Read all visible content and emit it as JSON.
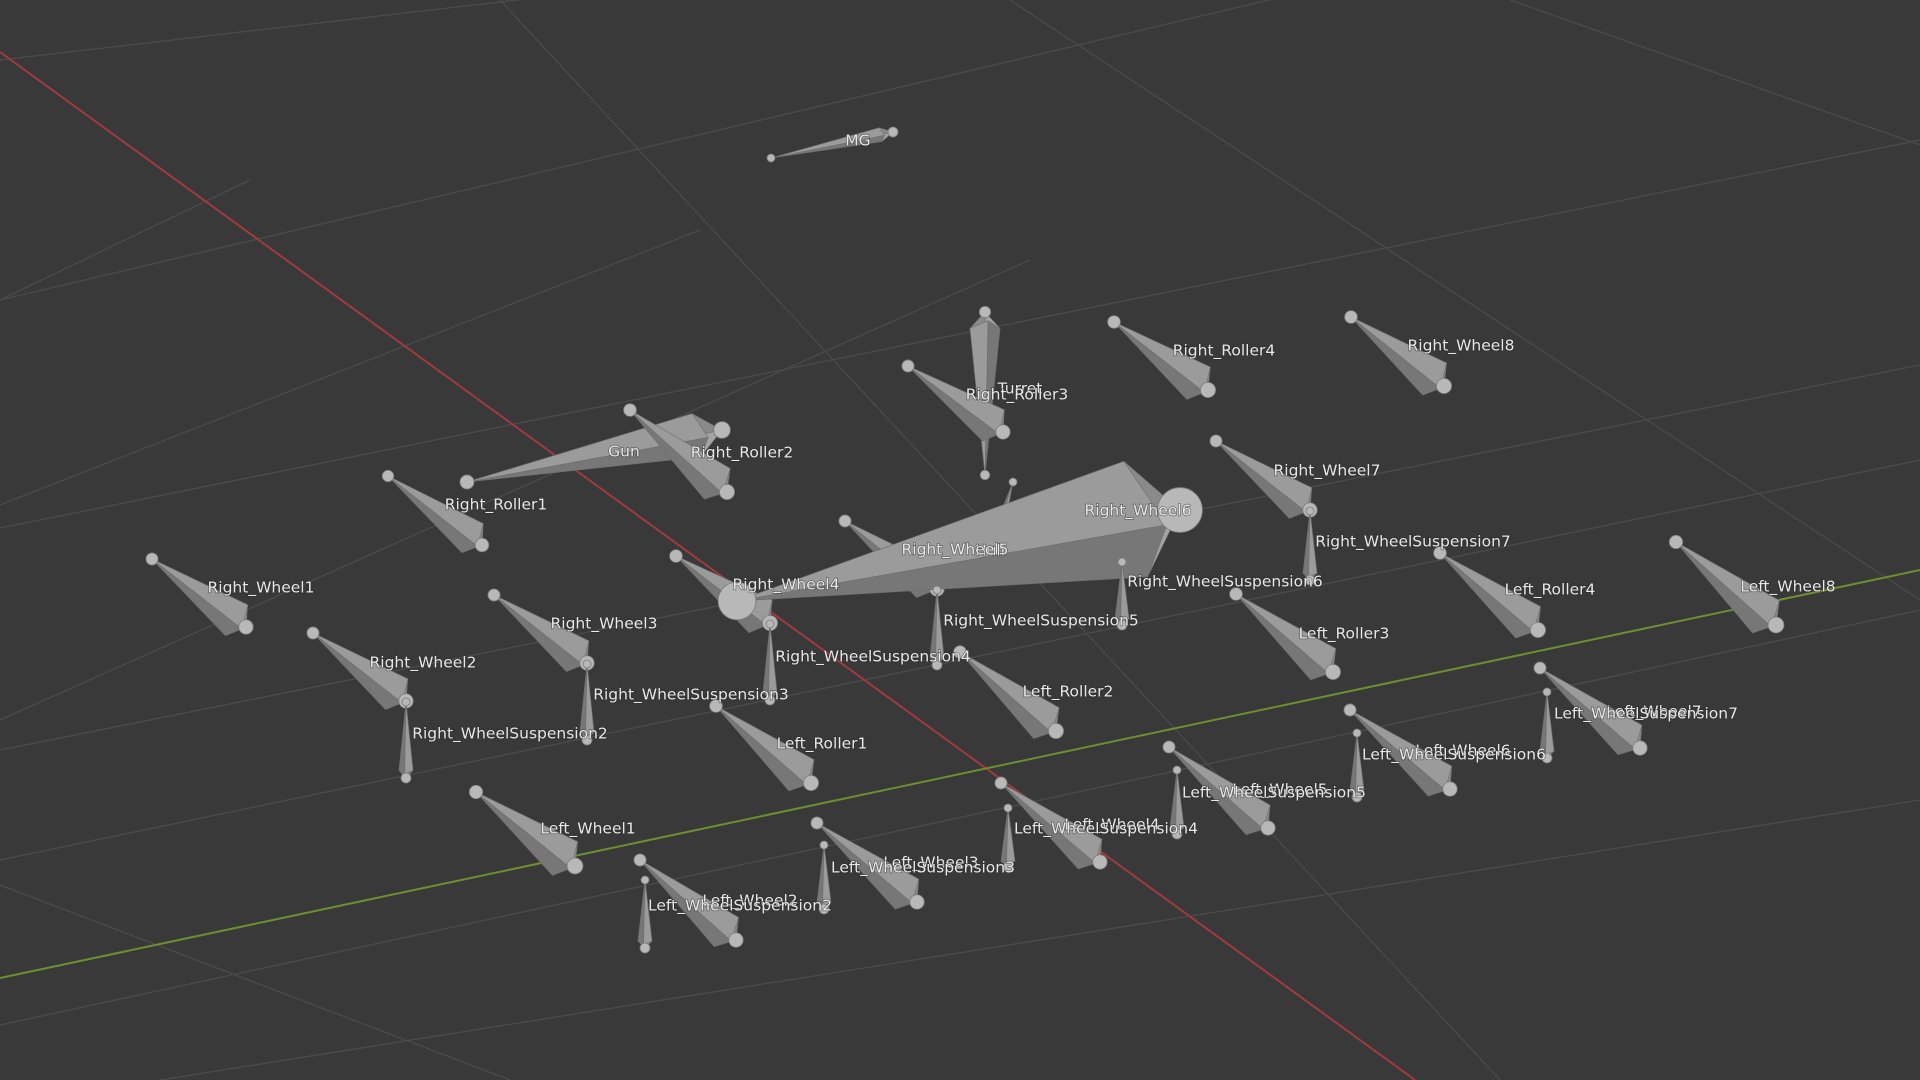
{
  "viewport": {
    "background": "#393939",
    "grid_color": "#4b4b4b",
    "x_axis_color": "#a13a3f",
    "y_axis_color": "#6e8f2f",
    "bone_color": "#8f8f8f",
    "joint_color": "#b8b8b8"
  },
  "bones": [
    {
      "id": "MG",
      "name": "MG"
    },
    {
      "id": "Turret",
      "name": "Turret"
    },
    {
      "id": "Gun",
      "name": "Gun"
    },
    {
      "id": "Hull",
      "name": "Hull"
    },
    {
      "id": "Right_Roller1",
      "name": "Right_Roller1"
    },
    {
      "id": "Right_Roller2",
      "name": "Right_Roller2"
    },
    {
      "id": "Right_Roller3",
      "name": "Right_Roller3"
    },
    {
      "id": "Right_Roller4",
      "name": "Right_Roller4"
    },
    {
      "id": "Right_Wheel1",
      "name": "Right_Wheel1"
    },
    {
      "id": "Right_Wheel2",
      "name": "Right_Wheel2"
    },
    {
      "id": "Right_Wheel3",
      "name": "Right_Wheel3"
    },
    {
      "id": "Right_Wheel4",
      "name": "Right_Wheel4"
    },
    {
      "id": "Right_Wheel5",
      "name": "Right_Wheel5"
    },
    {
      "id": "Right_Wheel6",
      "name": "Right_Wheel6"
    },
    {
      "id": "Right_Wheel7",
      "name": "Right_Wheel7"
    },
    {
      "id": "Right_Wheel8",
      "name": "Right_Wheel8"
    },
    {
      "id": "Right_WheelSuspension2",
      "name": "Right_WheelSuspension2"
    },
    {
      "id": "Right_WheelSuspension3",
      "name": "Right_WheelSuspension3"
    },
    {
      "id": "Right_WheelSuspension4",
      "name": "Right_WheelSuspension4"
    },
    {
      "id": "Right_WheelSuspension5",
      "name": "Right_WheelSuspension5"
    },
    {
      "id": "Right_WheelSuspension6",
      "name": "Right_WheelSuspension6"
    },
    {
      "id": "Right_WheelSuspension7",
      "name": "Right_WheelSuspension7"
    },
    {
      "id": "Left_Roller1",
      "name": "Left_Roller1"
    },
    {
      "id": "Left_Roller2",
      "name": "Left_Roller2"
    },
    {
      "id": "Left_Roller3",
      "name": "Left_Roller3"
    },
    {
      "id": "Left_Roller4",
      "name": "Left_Roller4"
    },
    {
      "id": "Left_Wheel1",
      "name": "Left_Wheel1"
    },
    {
      "id": "Left_Wheel2",
      "name": "Left_Wheel2"
    },
    {
      "id": "Left_Wheel3",
      "name": "Left_Wheel3"
    },
    {
      "id": "Left_Wheel4",
      "name": "Left_Wheel4"
    },
    {
      "id": "Left_Wheel5",
      "name": "Left_Wheel5"
    },
    {
      "id": "Left_Wheel6",
      "name": "Left_Wheel6"
    },
    {
      "id": "Left_Wheel7",
      "name": "Left_Wheel7"
    },
    {
      "id": "Left_Wheel8",
      "name": "Left_Wheel8"
    },
    {
      "id": "Left_WheelSuspension2",
      "name": "Left_WheelSuspension2"
    },
    {
      "id": "Left_WheelSuspension3",
      "name": "Left_WheelSuspension3"
    },
    {
      "id": "Left_WheelSuspension4",
      "name": "Left_WheelSuspension4"
    },
    {
      "id": "Left_WheelSuspension5",
      "name": "Left_WheelSuspension5"
    },
    {
      "id": "Left_WheelSuspension6",
      "name": "Left_WheelSuspension6"
    },
    {
      "id": "Left_WheelSuspension7",
      "name": "Left_WheelSuspension7"
    }
  ]
}
